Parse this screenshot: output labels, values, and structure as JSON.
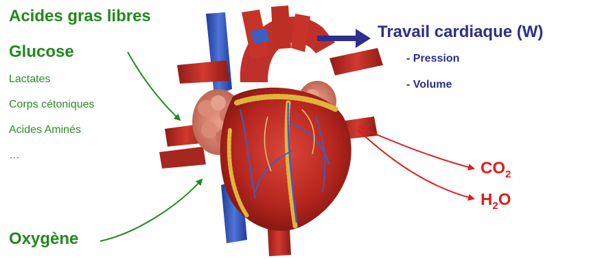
{
  "inputs": {
    "fatty_acids": "Acides gras libres",
    "glucose": "Glucose",
    "lactates": "Lactates",
    "ketones": "Corps cétoniques",
    "amino_acids": "Acides Aminés",
    "ellipsis": "…",
    "oxygen": "Oxygène"
  },
  "output": {
    "work": "Travail cardiaque (W)",
    "pressure": "- Pression",
    "volume": "- Volume"
  },
  "products": {
    "co2_main": "CO",
    "co2_sub": "2",
    "h2o_main": "H",
    "h2o_sub": "2",
    "h2o_tail": "O"
  },
  "colors": {
    "inputs_green": "#1f8a1a",
    "output_blue": "#2c2e8c",
    "products_red": "#e21a1a",
    "heart_muscle": "#b8271f",
    "vein_blue": "#3b5fc4",
    "fat_yellow": "#e0b43a"
  }
}
